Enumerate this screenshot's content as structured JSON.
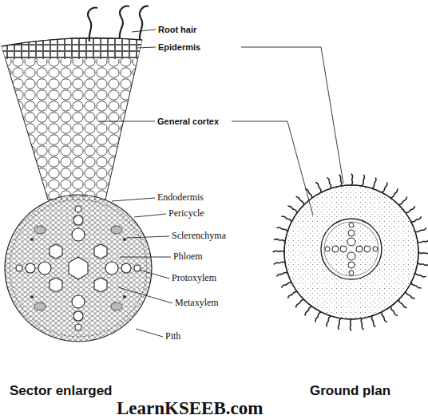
{
  "diagram": {
    "labels": [
      "Root hair",
      "Epidermis",
      "General cortex",
      "Endodermis",
      "Pericycle",
      "Sclerenchyma",
      "Phloem",
      "Protoxylem",
      "Metaxylem",
      "Pith",
      "Sector enlarged",
      "Ground plan",
      "LearnKSEEB.com"
    ]
  }
}
